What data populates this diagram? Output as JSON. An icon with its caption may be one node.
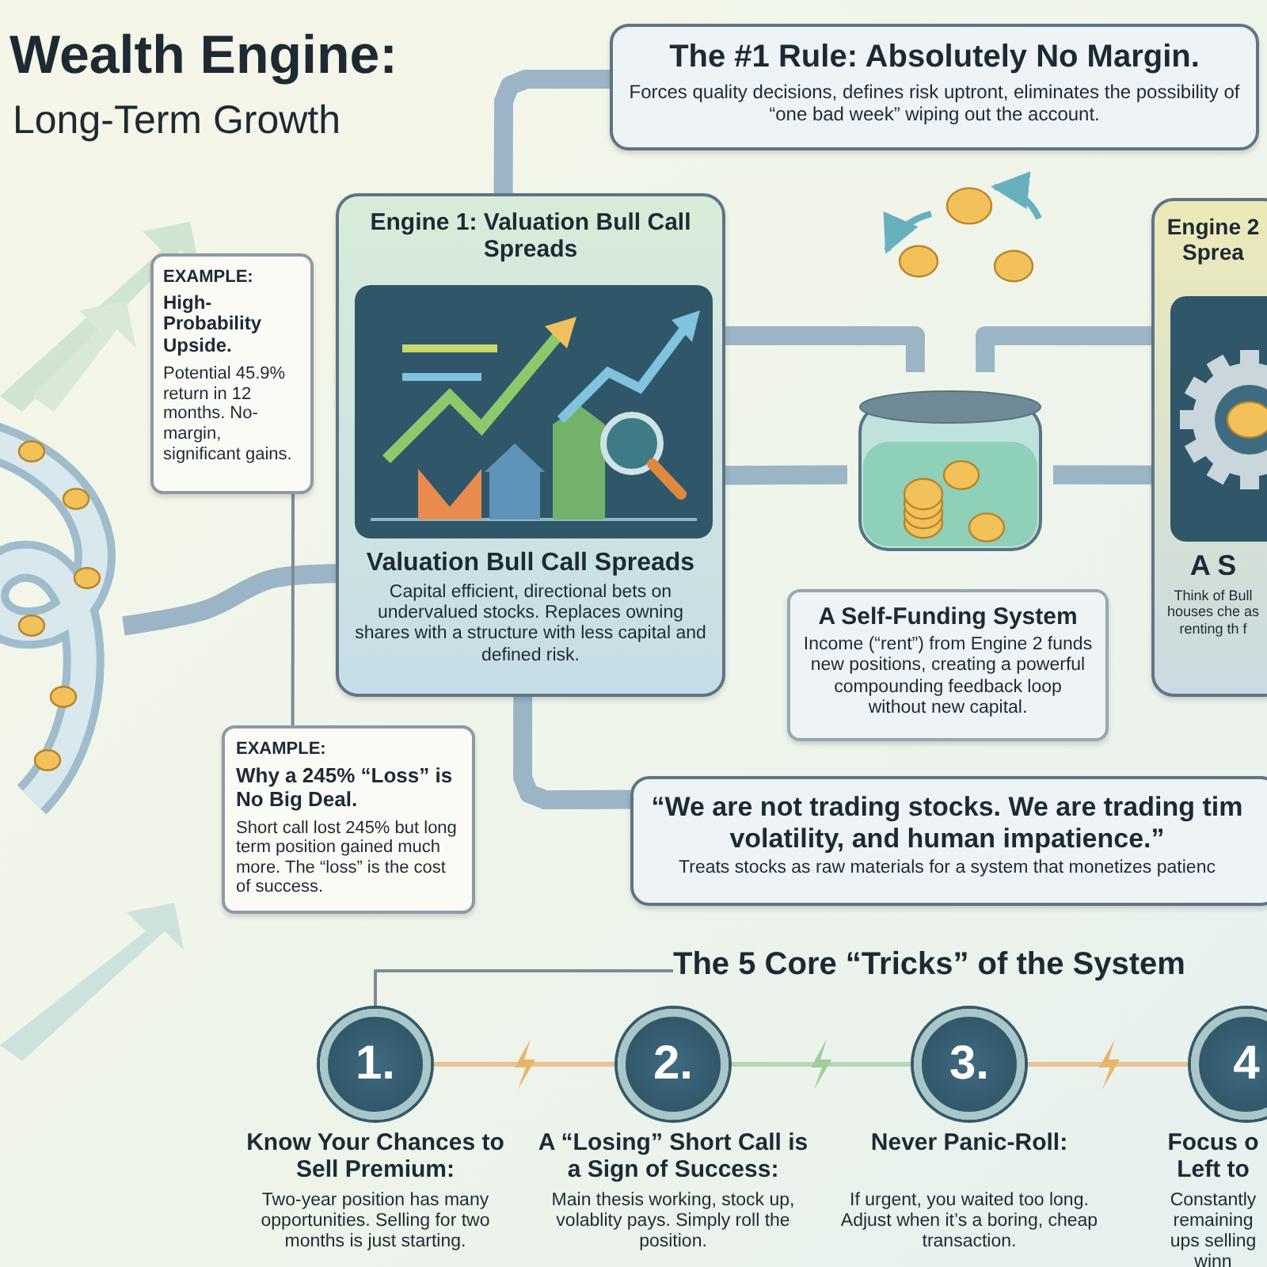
{
  "diagram": {
    "title": "Wealth Engine:",
    "nodes": [
      {
        "text": [
          "The #1 Rule: Absolutely No Margin.",
          "Forces quality decisions, defines risk uptront, eliminates the possibility of “one bad week” wiping out the account."
        ]
      },
      {
        "text": [
          "Engine 1: Valuation Bull Call Spreads",
          "Valuation Bull Call Spreads",
          "Capital efficient, directional bets on undervalued stocks. Replaces owning shares with a structure with less capital and defined risk."
        ]
      },
      {
        "text": [],
        "shape": "picture",
        "in": 1
      },
      {
        "text": [
          "EXAMPLE:",
          "High-Probability Upside.",
          "Potential 45.9% return in 12 months. No-margin, significant gains."
        ]
      },
      {
        "text": [],
        "shape": "picture"
      },
      {
        "text": [
          "A Self-Funding System",
          "Income (“rent”) from Engine 2 funds new positions, creating a powerful compounding feedback loop without new capital."
        ]
      },
      {
        "text": [
          "Engine 2 Sprea",
          "A S",
          "Think of Bull houses che as renting th f"
        ]
      },
      {
        "text": [],
        "shape": "picture",
        "in": 6
      },
      {
        "text": [],
        "shape": "picture"
      },
      {
        "text": [
          "EXAMPLE:",
          "Why a 245% “Loss” is No Big Deal.",
          "Short call lost 245% but long term position gained much more. The “loss” is the cost of success."
        ]
      },
      {
        "text": [
          "“We are not trading stocks. We are trading tim volatility, and human impatience.”",
          "Treats stocks as raw materials for a system that monetizes patienc"
        ]
      },
      {
        "text": [
          "The 5 Core “Tricks” of the System"
        ]
      },
      {
        "text": [
          "1."
        ],
        "beside": [
          "Know Your Chances to Sell Premium:",
          "Two-year position has many opportunities. Selling for two months is just starting."
        ]
      },
      {
        "text": [
          "2."
        ],
        "beside": [
          "A “Losing” Short Call is a Sign of Success:",
          "Main thesis working, stock up, volablity pays. Simply roll the position."
        ]
      },
      {
        "text": [
          "3."
        ],
        "beside": [
          "Never Panic-Roll:",
          "If urgent, you waited too long. Adjust when it’s a boring, cheap transaction."
        ]
      },
      {
        "text": [
          "4"
        ],
        "beside": [
          "Focus o Left to",
          "Constantly remaining ups selling winn"
        ]
      }
    ],
    "edges": [
      {
        "from": 4,
        "to": 1,
        "arrow": "none"
      },
      {
        "from": 1,
        "to": 0,
        "arrow": "none"
      },
      {
        "from": 1,
        "to": 8,
        "arrow": "none"
      },
      {
        "from": 8,
        "to": 6,
        "arrow": "none"
      },
      {
        "from": 1,
        "to": 8,
        "arrow": "none"
      },
      {
        "from": 8,
        "to": 6,
        "arrow": "none"
      },
      {
        "from": 1,
        "to": 10,
        "arrow": "none"
      },
      {
        "from": 3,
        "to": 9,
        "arrow": "none"
      },
      {
        "from": 11,
        "to": 12,
        "arrow": "none"
      },
      {
        "from": 12,
        "to": 13,
        "arrow": "none",
        "color": "#e9c193"
      },
      {
        "from": 13,
        "to": 14,
        "arrow": "none",
        "color": "#b5d6b4"
      },
      {
        "from": 14,
        "to": 15,
        "arrow": "none",
        "color": "#e9c193"
      }
    ],
    "labels": [
      "Long-Term Growth"
    ]
  }
}
